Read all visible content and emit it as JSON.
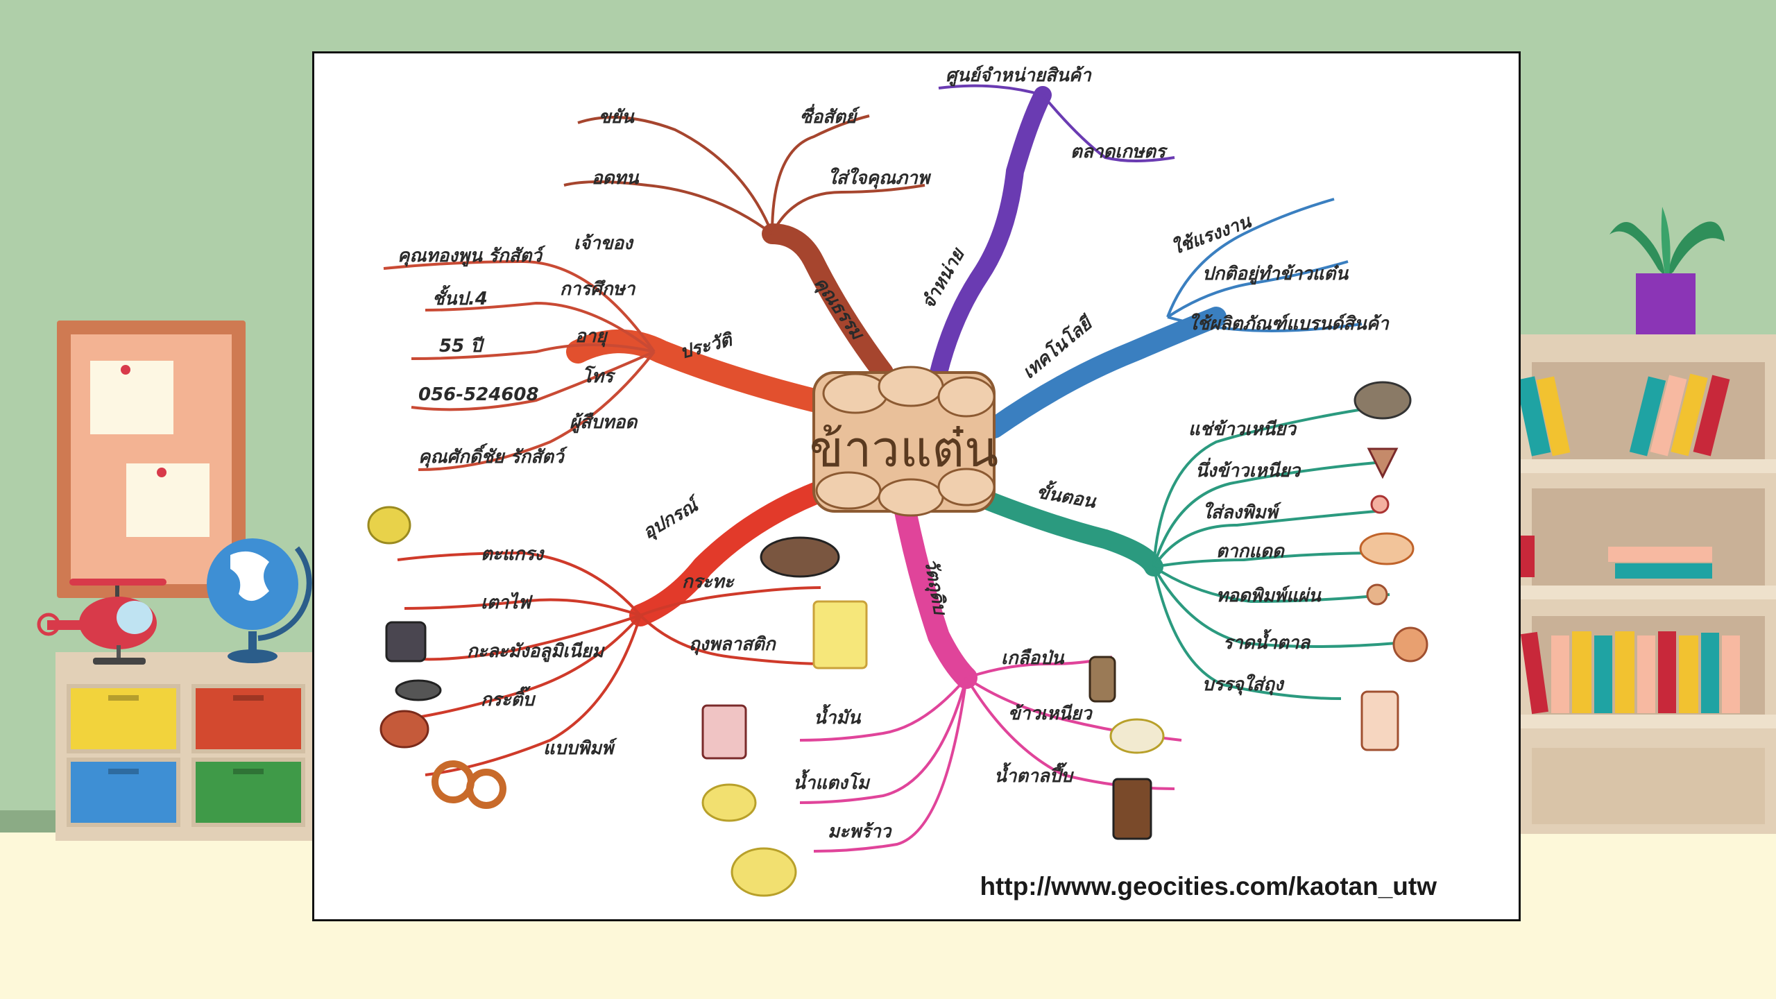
{
  "colors": {
    "wall": "#afcfa9",
    "floor": "#fdf8d9",
    "baseboard": "#8bab85",
    "history_branch": "#e2502e",
    "values_branch": "#a6452e",
    "selling_branch": "#6a3bb2",
    "tech_branch": "#3a7fc0",
    "steps_branch": "#2b9a7f",
    "ingredients_branch": "#e0449a",
    "equipment_branch": "#e23a2a"
  },
  "mindmap": {
    "center": "ข้าวแต๋น",
    "branches": [
      {
        "label": "ประวัติ",
        "items": [
          "เจ้าของ",
          "การศึกษา",
          "อายุ",
          "โทร",
          "ผู้สืบทอด"
        ],
        "details": [
          "คุณทองพูน รักสัตว์",
          "ชั้นป.4",
          "55 ปี",
          "056-524608",
          "คุณศักดิ์ชัย รักสัตว์"
        ]
      },
      {
        "label": "คุณธรรม",
        "items": [
          "ขยัน",
          "ซื่อสัตย์",
          "อดทน",
          "ใส่ใจคุณภาพ"
        ]
      },
      {
        "label": "จำหน่าย",
        "items": [
          "ศูนย์จำหน่ายสินค้า",
          "ตลาดเกษตร"
        ]
      },
      {
        "label": "เทคโนโลยี",
        "items": [
          "ใช้แรงงาน",
          "ปกติอยู่ทำข้าวแต๋น",
          "ใช้ผลิตภัณฑ์แบรนด์สินค้า"
        ]
      },
      {
        "label": "ขั้นตอน",
        "items": [
          "แช่ข้าวเหนียว",
          "นึ่งข้าวเหนียว",
          "ใส่ลงพิมพ์",
          "ตากแดด",
          "ทอดพิมพ์แผ่น",
          "ราดน้ำตาล",
          "บรรจุใส่ถุง"
        ]
      },
      {
        "label": "วัตถุดิบ",
        "items": [
          "เกลือป่น",
          "ข้าวเหนียว",
          "น้ำตาลปี๊บ",
          "น้ำมัน",
          "น้ำแตงโม",
          "มะพร้าว"
        ]
      },
      {
        "label": "อุปกรณ์",
        "items": [
          "ตะแกรง",
          "เตาไฟ",
          "กะละมังอลูมิเนียม",
          "กระติ๊บ",
          "แบบพิมพ์",
          "กระทะ",
          "ถุงพลาสติก"
        ]
      }
    ],
    "source_url": "http://www.geocities.com/kaotan_utw"
  }
}
